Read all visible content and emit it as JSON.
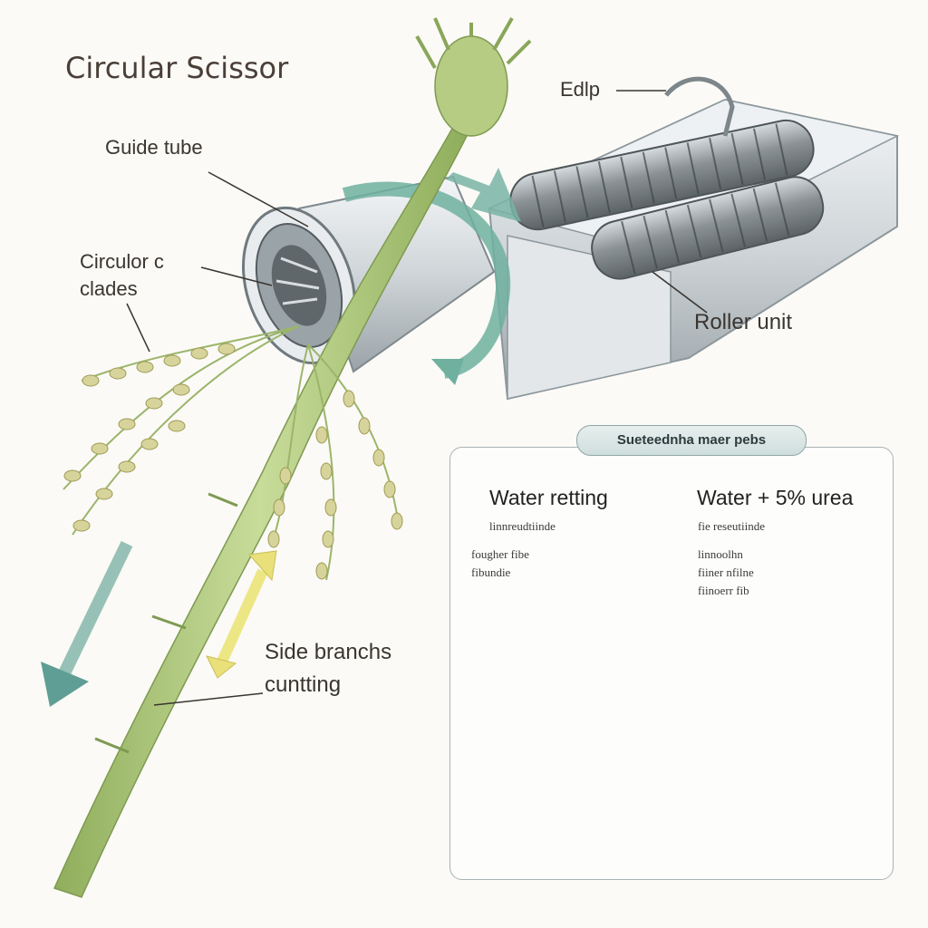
{
  "title": "Circular Scissor",
  "labels": {
    "guide_tube": "Guide tube",
    "circular_blades_1": "Circulor c",
    "circular_blades_2": "clades",
    "clip": "Edlp",
    "roller_unit": "Roller unit",
    "side_branches_1": "Side branchs",
    "side_branches_2": "cuntting"
  },
  "panel": {
    "badge": "Sueteednha maer pebs",
    "left": {
      "heading": "Water retting",
      "subheading": "linnreudtiinde",
      "note_1": "fougher fibe",
      "note_2": "fibundie"
    },
    "right": {
      "heading": "Water + 5% urea",
      "subheading": "fie reseutiinde",
      "note_1": "linnoolhn",
      "note_2": "fiiner nfilne",
      "note_3": "fiinoerr fib"
    }
  },
  "colors": {
    "stem": "#a9c27a",
    "arrow_teal": "#5f9e95",
    "arrow_yellow": "#e9e07a",
    "machine": "#dfe4e6",
    "water": "#cfe4ef",
    "fiber_green": "#a7bb55",
    "fiber_tan": "#d9be83"
  }
}
